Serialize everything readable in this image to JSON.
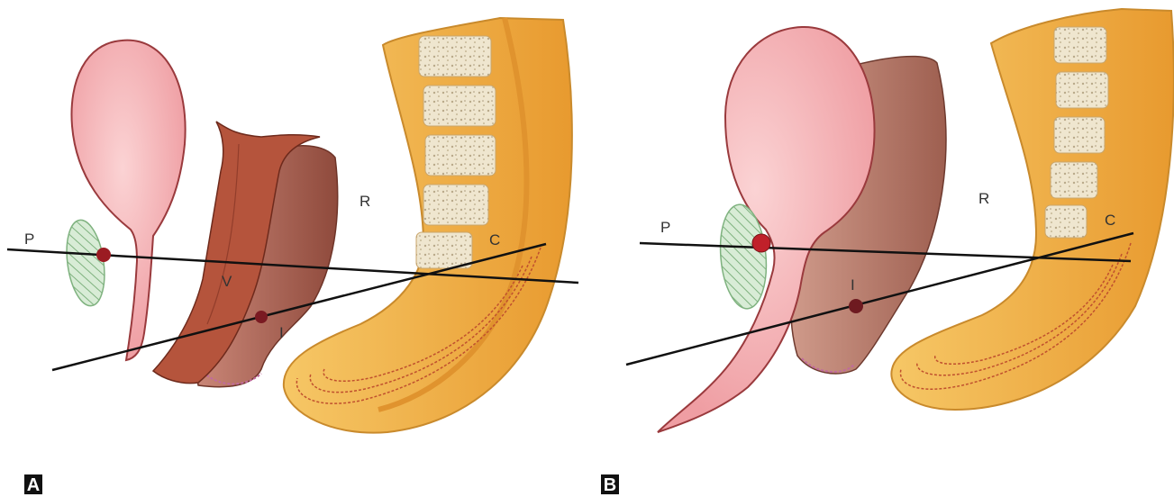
{
  "panels": [
    {
      "letter": "A",
      "labels": {
        "p": "P",
        "v": "V",
        "i": "I",
        "r": "R",
        "c": "C"
      }
    },
    {
      "letter": "B",
      "labels": {
        "p": "P",
        "i": "I",
        "r": "R",
        "c": "C"
      }
    }
  ],
  "colors": {
    "bladder": "#f4b0b3",
    "bladder_outline": "#9a3a3d",
    "vagina": "#b5543c",
    "rectum": "#b06d5e",
    "uterus": "#b6806f",
    "spine_outer": "#f0b24a",
    "spine_inner": "#e8962e",
    "vertebra": "#efe6cf",
    "pubis_hatch": "#8fbf8f",
    "point": "#9b1b22",
    "line": "#111111"
  }
}
